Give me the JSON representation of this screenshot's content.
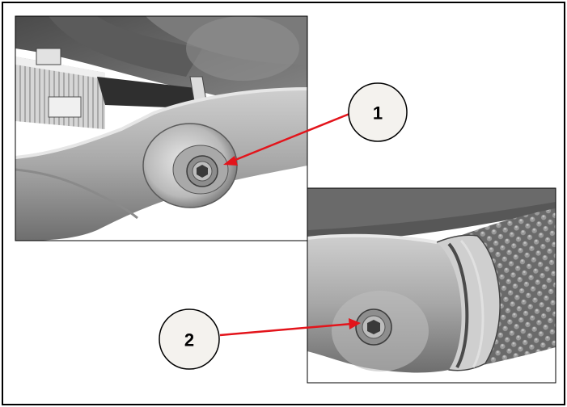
{
  "callouts": [
    {
      "id": "1",
      "label": "1"
    },
    {
      "id": "2",
      "label": "2"
    }
  ],
  "colors": {
    "arrow": "#e3141b",
    "callout_fill": "#f4f2ee",
    "frame": "#000000"
  }
}
